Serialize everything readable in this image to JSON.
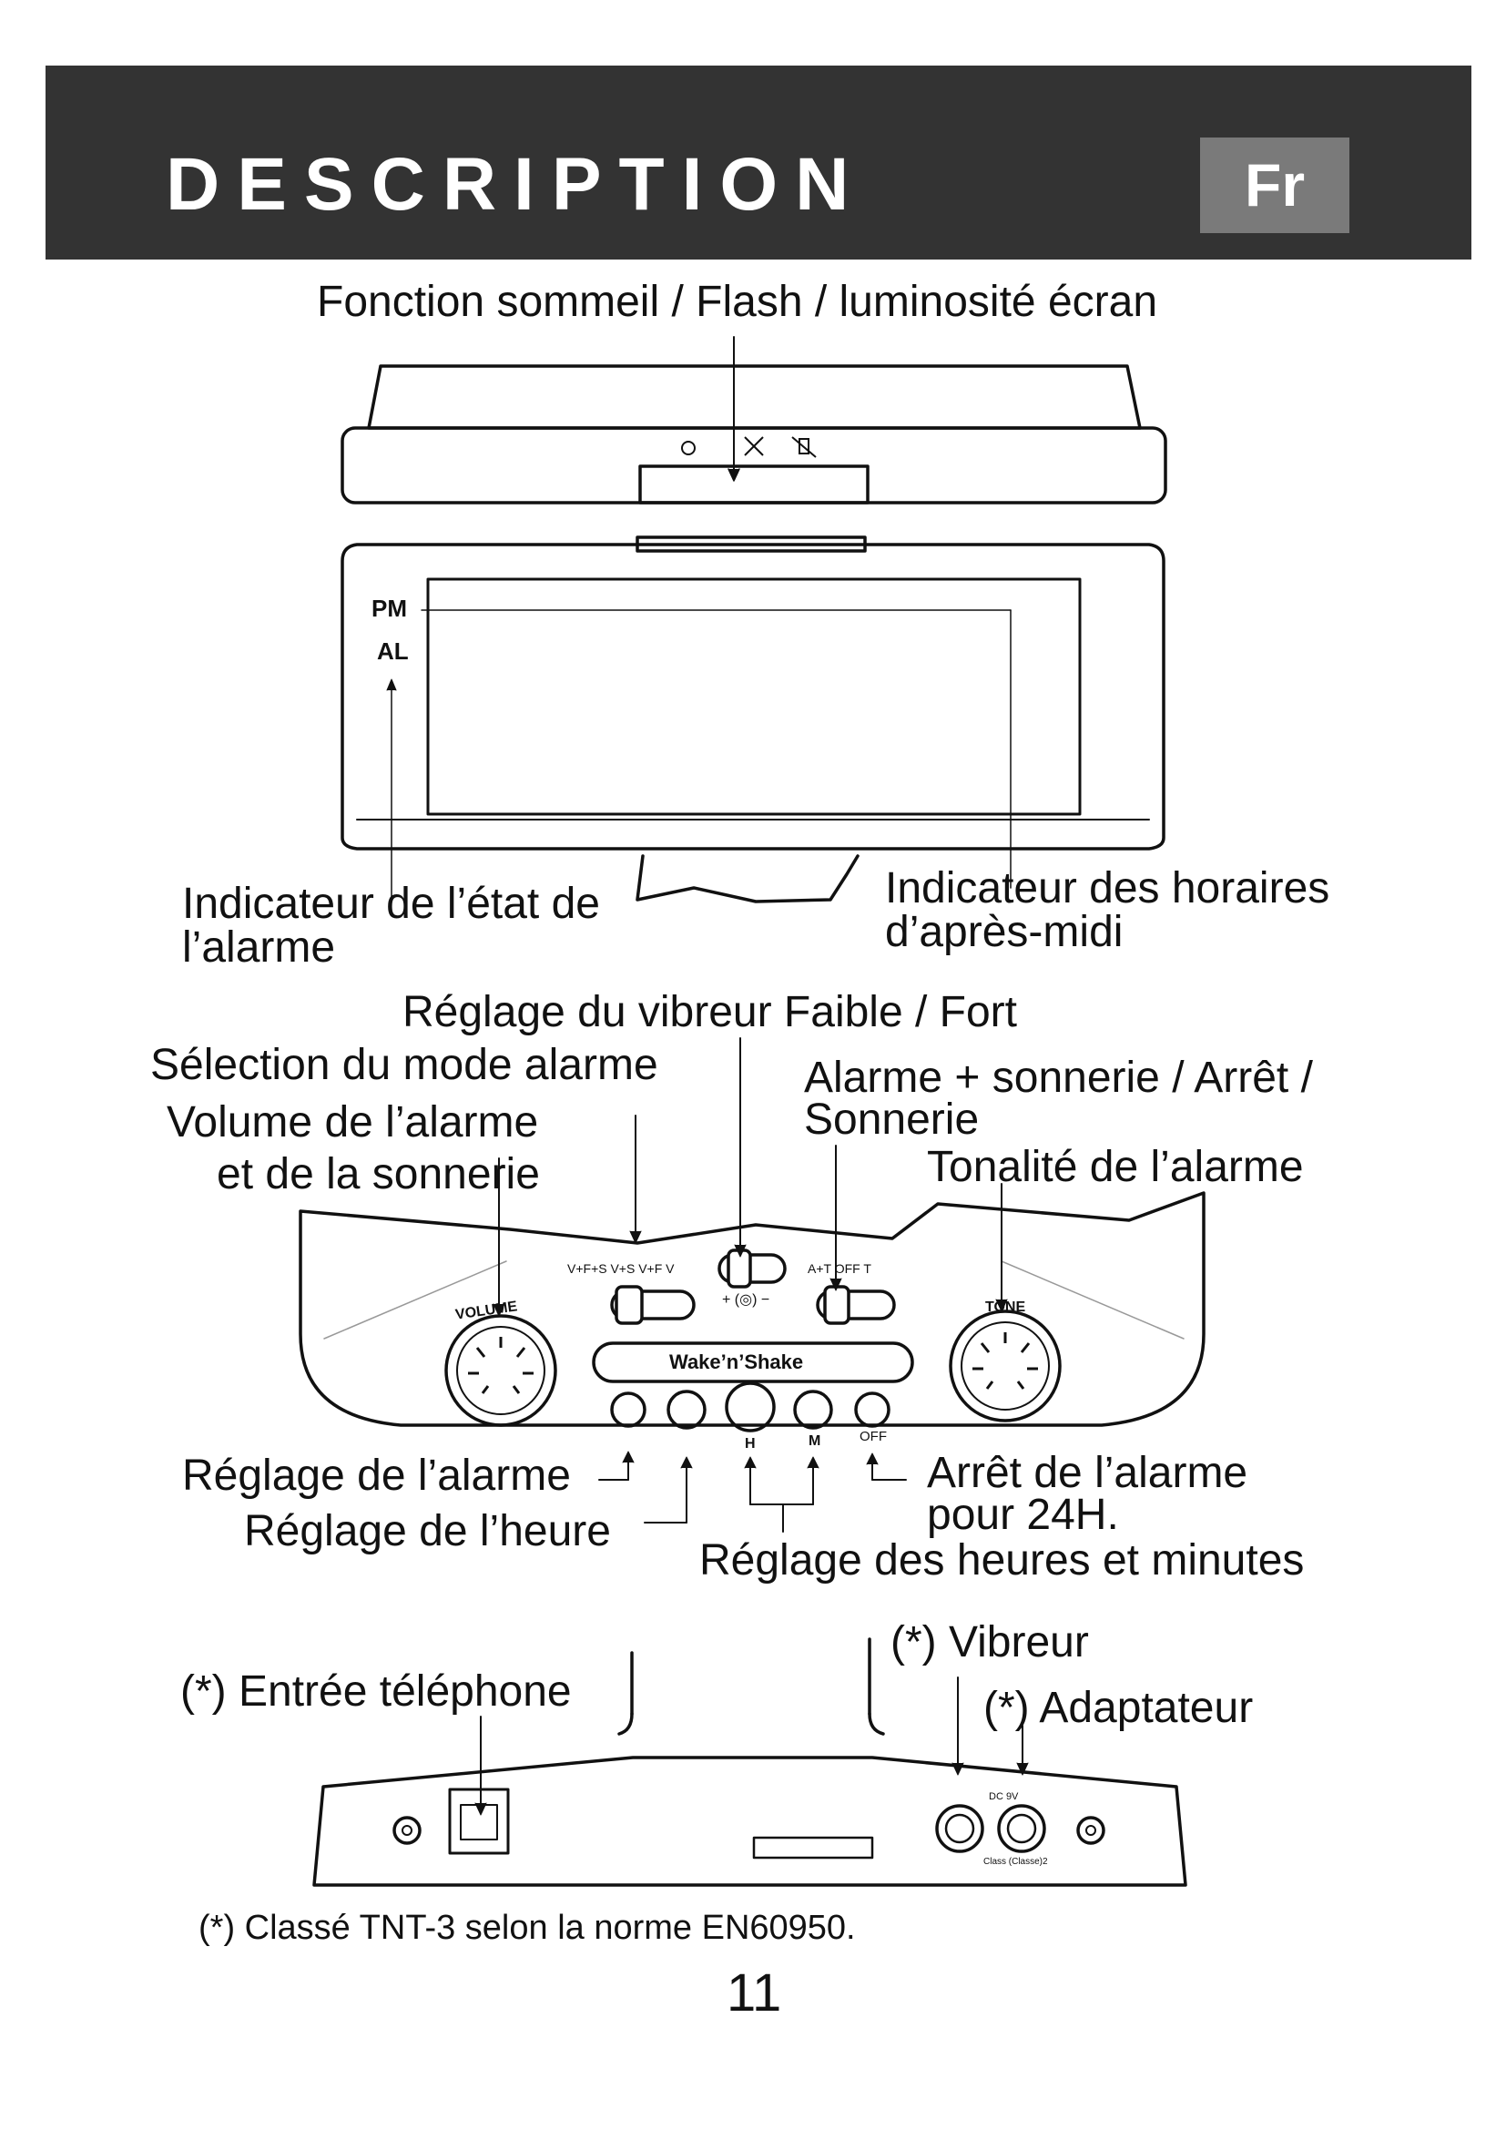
{
  "header": {
    "title": "DESCRIPTION",
    "lang": "Fr"
  },
  "labels": {
    "top": "Fonction sommeil / Flash / luminosité écran",
    "alarm_state_1": "Indicateur de l’état de",
    "alarm_state_2": "l’alarme",
    "pm_ind_1": "Indicateur des horaires",
    "pm_ind_2": "d’après-midi",
    "vibreur_level": "Réglage du vibreur Faible / Fort",
    "mode_alarme": "Sélection du mode alarme",
    "volume_1": "Volume de l’alarme",
    "volume_2": "et de la sonnerie",
    "alarme_sonnerie_1": "Alarme + sonnerie / Arrêt /",
    "alarme_sonnerie_2": "Sonnerie",
    "tonalite": "Tonalité de l’alarme",
    "reglage_alarme": "Réglage de l’alarme",
    "reglage_heure": "Réglage de l’heure",
    "arret_1": "Arrêt de l’alarme",
    "arret_2": "pour 24H.",
    "heures_minutes": "Réglage des heures et minutes",
    "vibreur": "(*) Vibreur",
    "adaptateur": "(*) Adaptateur",
    "entree_tel": "(*) Entrée téléphone"
  },
  "device": {
    "pm": "PM",
    "al": "AL",
    "volume": "VOLUME",
    "tone": "TONE",
    "brand": "Wake’n’Shake",
    "mode_switch": "V+F+S V+S V+F V",
    "vib_switch": "+ (◎) −",
    "sound_switch": "A+T OFF T",
    "h": "H",
    "m": "M",
    "off": "OFF",
    "dc": "DC 9V",
    "class": "Class (Classe)2"
  },
  "footnote": "(*) Classé TNT-3 selon la norme EN60950.",
  "page_number": "11"
}
